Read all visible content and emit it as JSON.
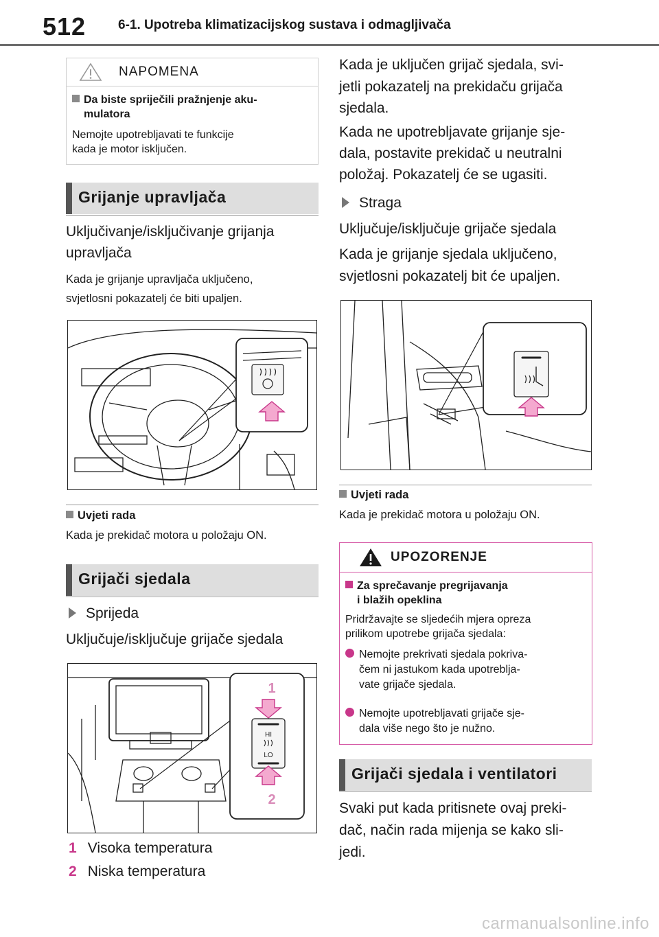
{
  "header": {
    "page_number": "512",
    "section_title": "6-1. Upotreba klimatizacijskog sustava i odmagljivača"
  },
  "note": {
    "title": "NAPOMENA",
    "bullet_title_line1": "Da biste spriječili pražnjenje aku-",
    "bullet_title_line2": "mulatora",
    "text_line1": "Nemojte upotrebljavati te funkcije",
    "text_line2": "kada je motor isključen."
  },
  "steering_heating": {
    "heading": "Grijanje upravljača",
    "action_line1": "Uključivanje/isključivanje grijanja",
    "action_line2": "upravljača",
    "desc_line1": "Kada je grijanje upravljača uključeno,",
    "desc_line2": "svjetlosni pokazatelj će biti upaljen.",
    "cond_title": "Uvjeti rada",
    "cond_text": "Kada je prekidač motora u položaju ON."
  },
  "seat_heaters": {
    "heading": "Grijači sjedala",
    "front_label": "Sprijeda",
    "front_action": "Uključuje/isključuje grijače sjedala",
    "figure_labels": {
      "hi": "HI",
      "lo": "LO",
      "n1": "1",
      "n2": "2"
    },
    "legend": [
      {
        "num": "1",
        "text": "Visoka temperatura"
      },
      {
        "num": "2",
        "text": "Niska temperatura"
      }
    ],
    "right_line1": "Kada je uključen grijač sjedala, svi-",
    "right_line2": "jetli pokazatelj na prekidaču grijača",
    "right_line3": "sjedala.",
    "right_line4": "Kada ne upotrebljavate grijanje sje-",
    "right_line5": "dala, postavite prekidač u neutralni",
    "right_line6": "položaj. Pokazatelj će se ugasiti.",
    "rear_label": "Straga",
    "rear_action": "Uključuje/isključuje grijače sjedala",
    "rear_line1": "Kada je grijanje sjedala uključeno,",
    "rear_line2": "svjetlosni pokazatelj bit će upaljen.",
    "cond_title": "Uvjeti rada",
    "cond_text": "Kada je prekidač motora u položaju ON."
  },
  "warning": {
    "title": "UPOZORENJE",
    "bullet_title_line1": "Za sprečavanje pregrijavanja",
    "bullet_title_line2": "i blažih opeklina",
    "intro_line1": "Pridržavajte se sljedećih mjera opreza",
    "intro_line2": "prilikom upotrebe grijača sjedala:",
    "item1_line1": "Nemojte prekrivati sjedala pokriva-",
    "item1_line2": "čem ni jastukom kada upotreblja-",
    "item1_line3": "vate grijače sjedala.",
    "item2_line1": "Nemojte upotrebljavati grijače sje-",
    "item2_line2": "dala više nego što je nužno."
  },
  "seats_fans": {
    "heading": "Grijači sjedala i ventilatori",
    "line1": "Svaki put kada pritisnete ovaj preki-",
    "line2": "dač, način rada mijenja se kako sli-",
    "line3": "jedi."
  },
  "watermark": "carmanualsonline.info",
  "colors": {
    "accent": "#c8378a",
    "arrow_fill": "#f4a9cf",
    "section_bar": "#dedede"
  }
}
